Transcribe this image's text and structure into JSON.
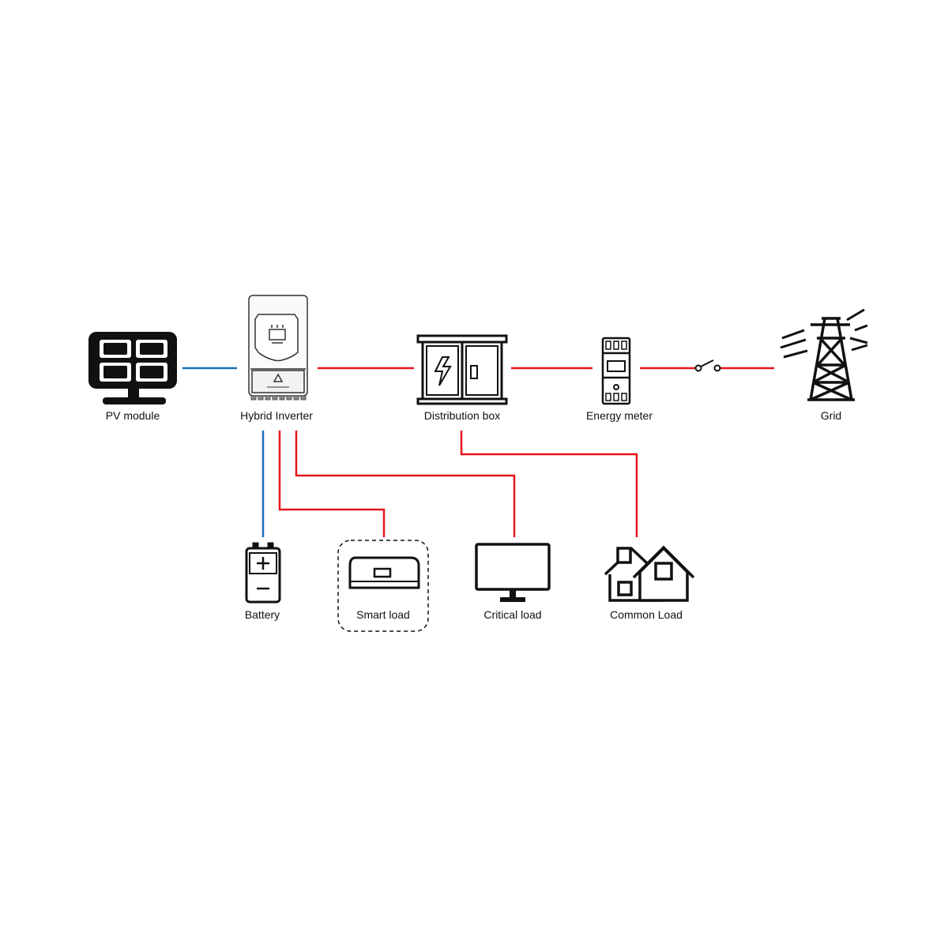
{
  "labels": {
    "pv": "PV module",
    "inverter": "Hybrid Inverter",
    "distribution": "Distribution box",
    "meter": "Energy meter",
    "grid": "Grid",
    "battery": "Battery",
    "smart": "Smart load",
    "critical": "Critical load",
    "common": "Common Load"
  },
  "colors": {
    "dc_line": "#1a6fb5",
    "ac_line": "#e8141b",
    "icon": "#111111"
  }
}
